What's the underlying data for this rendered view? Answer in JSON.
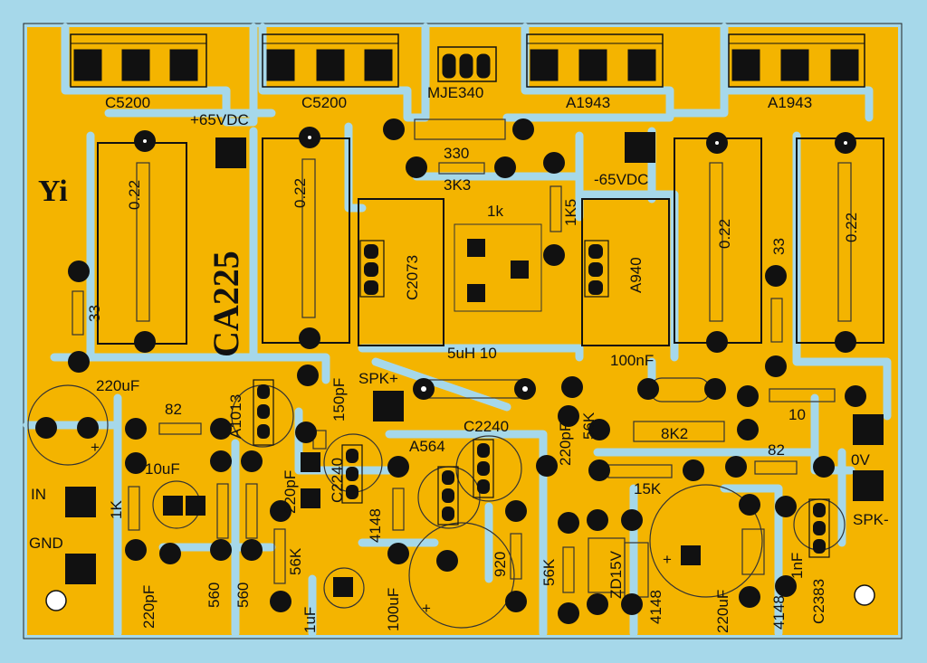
{
  "board": {
    "brand": "Yi",
    "model": "CA225",
    "colors": {
      "background": "#a6d8ea",
      "copper": "#f4b400",
      "ink": "#111111"
    }
  },
  "transistors_top": [
    {
      "label": "C5200"
    },
    {
      "label": "C5200"
    },
    {
      "label": "MJE340"
    },
    {
      "label": "A1943"
    },
    {
      "label": "A1943"
    }
  ],
  "terminals": {
    "plus_supply": "+65VDC",
    "minus_supply": "-65VDC",
    "spk_plus": "SPK+",
    "spk_minus": "SPK-",
    "in": "IN",
    "gnd": "GND",
    "zero_v": "0V"
  },
  "resistors_emitter": [
    "0.22",
    "0.22",
    "0.22",
    "0.22"
  ],
  "components": {
    "r330": "330",
    "r3k3": "3K3",
    "r1k5": "1K5",
    "pot1k": "1k",
    "c2073": "C2073",
    "a940": "A940",
    "r33_left": "33",
    "r33_right": "33",
    "inductor": "5uH 10",
    "c100nf": "100nF",
    "c220uf_left": "220uF",
    "r82_left": "82",
    "a1013": "A1013",
    "c150pf": "150pF",
    "c2240_top": "C2240",
    "r56k_a": "56K",
    "c220pf_mid": "220pF",
    "r8k2": "8K2",
    "r10": "10",
    "r82_right": "82",
    "c10uf": "10uF",
    "c220pf_v": "220pF",
    "c2240_left": "C2240",
    "a564": "A564",
    "r15k": "15K",
    "r1k_in": "1K",
    "d4148_a": "4148",
    "r56k_b": "56K",
    "r920": "920",
    "r56k_c": "56K",
    "zd15v": "ZD15V",
    "d4148_b": "4148",
    "c220uf_right": "220uF",
    "d4148_c": "4148",
    "c1nf": "1nF",
    "c2383": "C2383",
    "c220pf_bottom": "220pF",
    "r560_a": "560",
    "r560_b": "560",
    "c1uf": "1uF",
    "c100uf": "100uF"
  }
}
